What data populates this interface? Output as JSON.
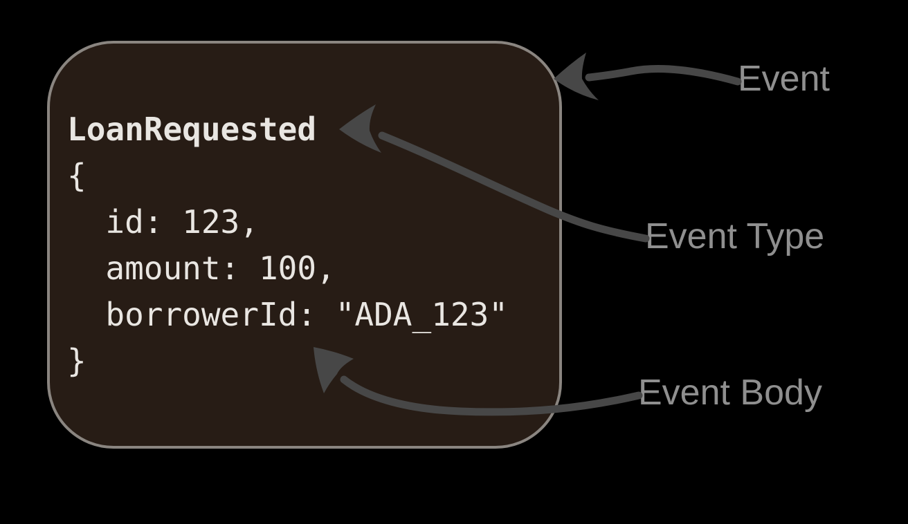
{
  "colors": {
    "background": "#000000",
    "box_fill": "#271c15",
    "box_border": "#8a8580",
    "code_text": "#e9e6e2",
    "label_text": "#8f8f8f",
    "arrow": "#474747"
  },
  "event_card": {
    "event_type": "LoanRequested",
    "body_fields": [
      {
        "name": "id",
        "value": "123"
      },
      {
        "name": "amount",
        "value": "100"
      },
      {
        "name": "borrowerId",
        "value": "\"ADA_123\""
      }
    ],
    "code_lines": [
      "LoanRequested",
      "{",
      "  id: 123,",
      "  amount: 100,",
      "  borrowerId: \"ADA_123\"",
      "}"
    ]
  },
  "annotations": {
    "event": {
      "label": "Event"
    },
    "event_type": {
      "label": "Event Type"
    },
    "event_body": {
      "label": "Event Body"
    }
  }
}
